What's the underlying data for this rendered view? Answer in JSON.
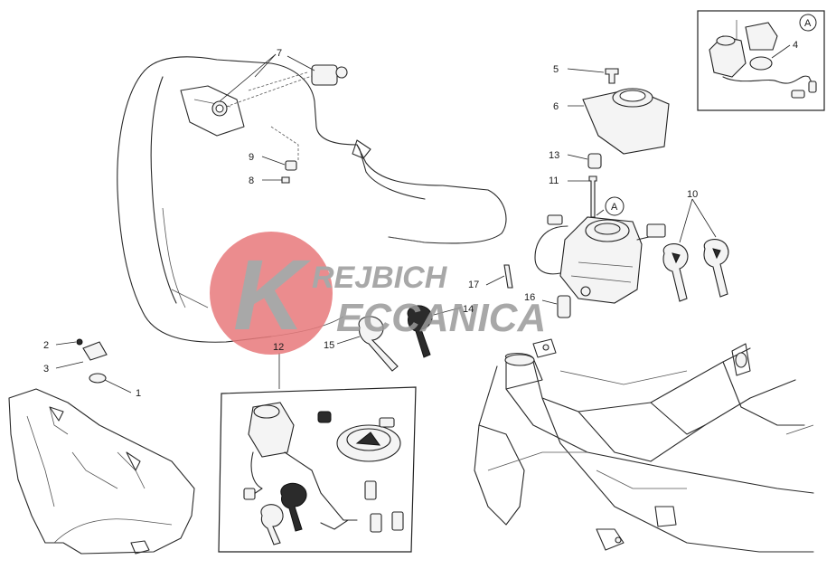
{
  "callouts": {
    "c1": "1",
    "c2": "2",
    "c3": "3",
    "c4": "4",
    "c5": "5",
    "c6": "6",
    "c7": "7",
    "c8": "8",
    "c9": "9",
    "c10": "10",
    "c11": "11",
    "c12": "12",
    "c13": "13",
    "c14": "14",
    "c15": "15",
    "c16": "16",
    "c17": "17"
  },
  "detail_marker": "A",
  "watermark": {
    "line1": "REJBICH",
    "line2": "ECCANICA",
    "logo_letter": "K"
  },
  "colors": {
    "watermark_red": "#e8797b",
    "watermark_grey": "#9a9a9a",
    "line": "#2a2a2a"
  }
}
